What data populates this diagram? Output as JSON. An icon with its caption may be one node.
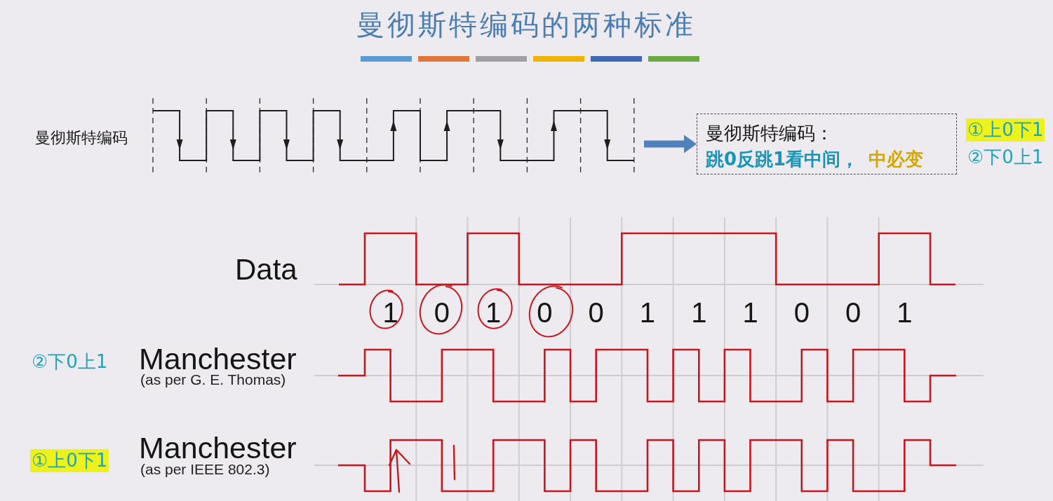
{
  "diagram": {
    "title": "曼彻斯特编码的两种标准",
    "nodes": [
      {
        "text": [],
        "shape": "picture",
        "beside": [
          "曼彻斯特编码"
        ]
      },
      {
        "text": [
          "曼彻斯特编码：",
          "跳0反跳1看中间，",
          "中必变"
        ],
        "beside": [
          "①上0下1",
          "②下0上1"
        ]
      }
    ],
    "edges": [
      {
        "from": 0,
        "to": 1,
        "arrow": "to"
      }
    ],
    "labels": [
      "Data",
      "1",
      "0",
      "1",
      "0",
      "0",
      "1",
      "1",
      "1",
      "0",
      "0",
      "1",
      "②下0上1",
      "Manchester",
      "(as per G. E. Thomas)",
      "①上0下1",
      "Manchester",
      "(as per IEEE 802.3)"
    ]
  }
}
